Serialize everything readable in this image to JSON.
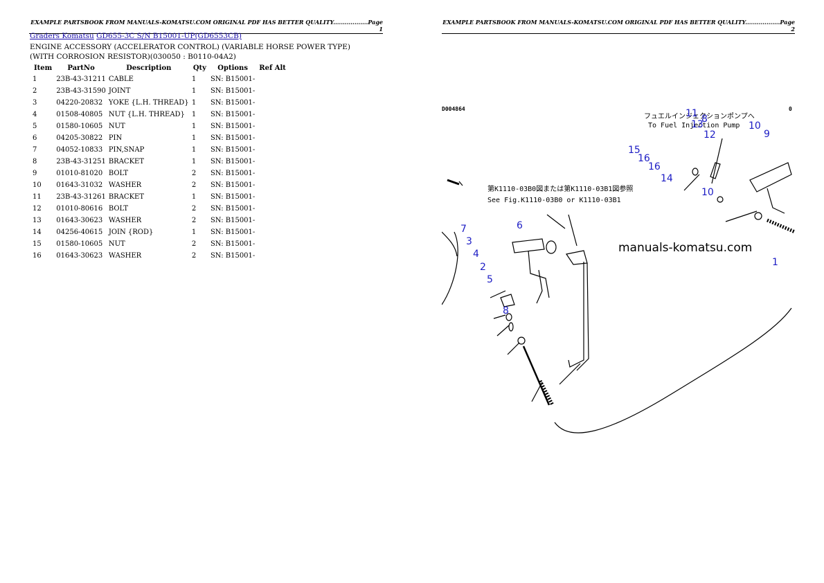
{
  "header": {
    "page1": "EXAMPLE PARTSBOOK FROM MANUALS-KOMATSU.COM ORIGINAL PDF HAS BETTER QUALITY..................Page 1",
    "page2": "EXAMPLE PARTSBOOK FROM MANUALS-KOMATSU.COM ORIGINAL PDF HAS BETTER QUALITY..................Page 2"
  },
  "breadcrumb": {
    "link1": "Graders Komatsu",
    "link2": "GD655-3C S/N B15001-UP(GD6553CB)"
  },
  "title": "ENGINE ACCESSORY (ACCELERATOR CONTROL) (VARIABLE HORSE POWER TYPE) (WITH CORROSION RESISTOR)(030050 : B0110-04A2)",
  "table": {
    "headers": [
      "Item",
      "PartNo",
      "Description",
      "Qty",
      "Options",
      "Ref Alt"
    ],
    "rows": [
      [
        "1",
        "23B-43-31211",
        "CABLE",
        "1",
        "SN: B15001-",
        ""
      ],
      [
        "2",
        "23B-43-31590",
        "JOINT",
        "1",
        "SN: B15001-",
        ""
      ],
      [
        "3",
        "04220-20832",
        "YOKE {L.H. THREAD}",
        "1",
        "SN: B15001-",
        ""
      ],
      [
        "4",
        "01508-40805",
        "NUT {L.H. THREAD}",
        "1",
        "SN: B15001-",
        ""
      ],
      [
        "5",
        "01580-10605",
        "NUT",
        "1",
        "SN: B15001-",
        ""
      ],
      [
        "6",
        "04205-30822",
        "PIN",
        "1",
        "SN: B15001-",
        ""
      ],
      [
        "7",
        "04052-10833",
        "PIN,SNAP",
        "1",
        "SN: B15001-",
        ""
      ],
      [
        "8",
        "23B-43-31251",
        "BRACKET",
        "1",
        "SN: B15001-",
        ""
      ],
      [
        "9",
        "01010-81020",
        "BOLT",
        "2",
        "SN: B15001-",
        ""
      ],
      [
        "10",
        "01643-31032",
        "WASHER",
        "2",
        "SN: B15001-",
        ""
      ],
      [
        "11",
        "23B-43-31261",
        "BRACKET",
        "1",
        "SN: B15001-",
        ""
      ],
      [
        "12",
        "01010-80616",
        "BOLT",
        "2",
        "SN: B15001-",
        ""
      ],
      [
        "13",
        "01643-30623",
        "WASHER",
        "2",
        "SN: B15001-",
        ""
      ],
      [
        "14",
        "04256-40615",
        "JOIN {ROD}",
        "1",
        "SN: B15001-",
        ""
      ],
      [
        "15",
        "01580-10605",
        "NUT",
        "2",
        "SN: B15001-",
        ""
      ],
      [
        "16",
        "01643-30623",
        "WASHER",
        "2",
        "SN: B15001-",
        ""
      ]
    ]
  },
  "diagram": {
    "code_left": "D004864",
    "code_right": "0",
    "jp_top": "フュエルインジェクションポンプへ",
    "en_top": "To Fuel Injection Pump",
    "jp_ref": "第K1110-03B0図または第K1110-03B1図参照",
    "en_ref": "See Fig.K1110-03B0 or K1110-03B1",
    "watermark": "manuals-komatsu.com",
    "callout_color": "#1c1cc4",
    "callouts": [
      "11",
      "13",
      "8",
      "12",
      "10",
      "9",
      "15",
      "16",
      "16",
      "14",
      "10",
      "1",
      "6",
      "7",
      "3",
      "4",
      "2",
      "5",
      "8"
    ]
  }
}
